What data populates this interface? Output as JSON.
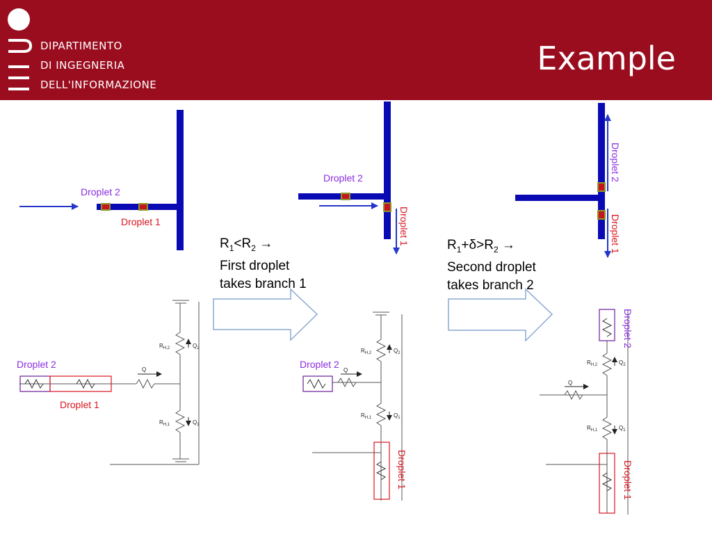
{
  "header": {
    "logo_lines": [
      "DIPARTIMENTO",
      "DI INGEGNERIA",
      "DELL'INFORMAZIONE"
    ],
    "title": "Example"
  },
  "labels": {
    "droplet1": "Droplet 1",
    "droplet2": "Droplet 2",
    "q": "Q",
    "q1": "Q",
    "q1_sub": "1",
    "q2": "Q",
    "q2_sub": "2",
    "rh1": "R",
    "rh1_sub": "H,1",
    "rh2": "R",
    "rh2_sub": "H,2"
  },
  "conditions": [
    {
      "formula": {
        "r1": "R",
        "r1_sub": "1",
        "op": "<",
        "r2": "R",
        "r2_sub": "2",
        "arrow": "→"
      },
      "line1": "First droplet",
      "line2": "takes branch 1"
    },
    {
      "formula": {
        "r1": "R",
        "r1_sub": "1",
        "op": "+δ>",
        "r2": "R",
        "r2_sub": "2",
        "arrow": "→"
      },
      "line1": "Second droplet",
      "line2": "takes branch 2"
    }
  ],
  "colors": {
    "header_bg": "#9a0d1f",
    "channel": "#0a0ab4",
    "droplet_fill": "#c8141e",
    "droplet_edge": "#8a9a2a",
    "droplet1_text": "#d8141e",
    "droplet2_text": "#8a2be2",
    "flow_arrow": "#2436c8",
    "block_arrow_stroke": "#8aa8d0"
  }
}
